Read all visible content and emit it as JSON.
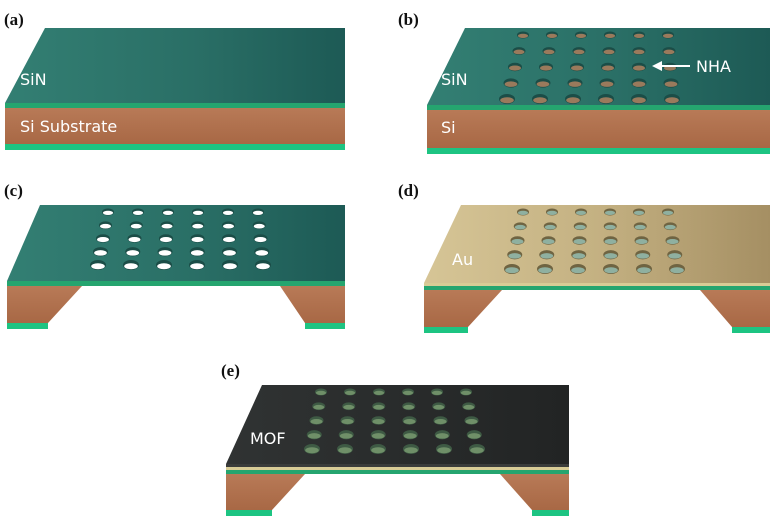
{
  "panels": [
    {
      "id": "a",
      "label": "(a)",
      "texts": {
        "top": "SiN",
        "middle": "Si Substrate"
      }
    },
    {
      "id": "b",
      "label": "(b)",
      "texts": {
        "top": "SiN",
        "middle": "Si",
        "annotation": "NHA"
      }
    },
    {
      "id": "c",
      "label": "(c)",
      "texts": {}
    },
    {
      "id": "d",
      "label": "(d)",
      "texts": {
        "top": "Au"
      }
    },
    {
      "id": "e",
      "label": "(e)",
      "texts": {
        "top": "MOF"
      }
    }
  ],
  "colors": {
    "sin_top_left": "#2e7a6e",
    "sin_top_right": "#1e5d57",
    "sin_front": "#25a56f",
    "si_front": "#b0714f",
    "si_dark": "#97593d",
    "au_top_left": "#d2c090",
    "au_top_right": "#a9976a",
    "au_front": "#c8b37c",
    "mof_top": "#2a2c2c",
    "mof_front": "#1d1f1f",
    "hole_sin": "#4e8f85",
    "hole_au": "#7a6e4e",
    "hole_mof": "#5b7a60",
    "green_stripe": "#1dc482"
  }
}
